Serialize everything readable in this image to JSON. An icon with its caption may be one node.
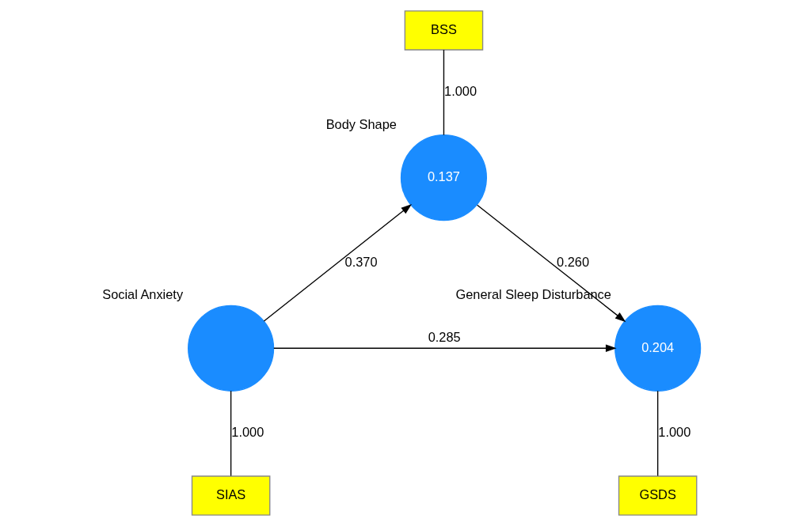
{
  "diagram": {
    "nodes": [
      {
        "text": [
          "BSS"
        ]
      },
      {
        "text": [
          "0.137"
        ],
        "beside": [
          "Body Shape"
        ]
      },
      {
        "text": [],
        "shape": "circle",
        "beside": [
          "Social Anxiety"
        ]
      },
      {
        "text": [
          "0.204"
        ],
        "beside": [
          "General Sleep Disturbance"
        ]
      },
      {
        "text": [
          "SIAS"
        ]
      },
      {
        "text": [
          "GSDS"
        ]
      }
    ],
    "edges": [
      {
        "from": 0,
        "to": 1,
        "arrow": "none",
        "label": "1.000"
      },
      {
        "from": 2,
        "to": 1,
        "arrow": "to",
        "label": "0.370"
      },
      {
        "from": 1,
        "to": 3,
        "arrow": "to",
        "label": "0.260"
      },
      {
        "from": 2,
        "to": 3,
        "arrow": "to",
        "label": "0.285"
      },
      {
        "from": 2,
        "to": 4,
        "arrow": "none",
        "label": "1.000"
      },
      {
        "from": 3,
        "to": 5,
        "arrow": "none",
        "label": "1.000"
      }
    ]
  }
}
